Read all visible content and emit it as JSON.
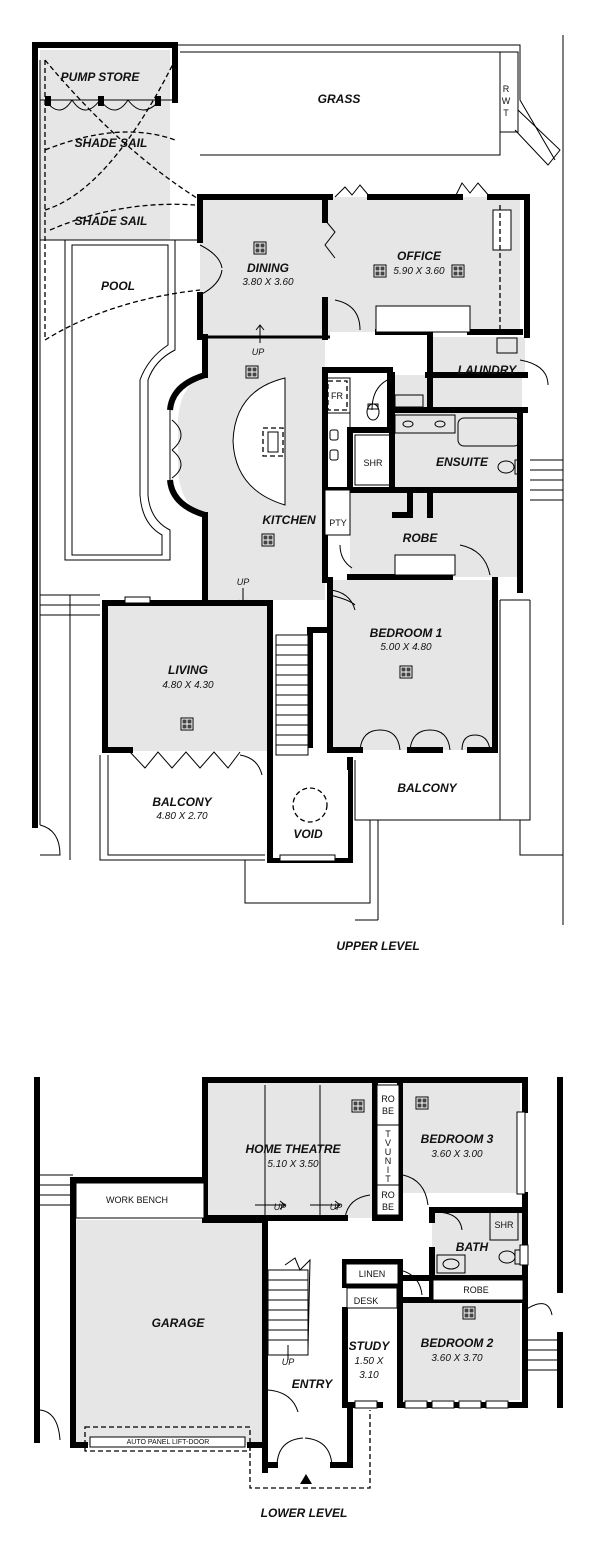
{
  "upper": {
    "title": "UPPER LEVEL",
    "rooms": {
      "pump_store": "PUMP STORE",
      "shade_sail_1": "SHADE SAIL",
      "shade_sail_2": "SHADE SAIL",
      "pool": "POOL",
      "grass": "GRASS",
      "rwt": [
        "R",
        "W",
        "T"
      ],
      "dining": "DINING",
      "dining_dim": "3.80 X 3.60",
      "office": "OFFICE",
      "office_dim": "5.90 X 3.60",
      "laundry": "LAUNDRY",
      "fr": "FR",
      "shr": "SHR",
      "ensuite": "ENSUITE",
      "kitchen": "KITCHEN",
      "pty": "PTY",
      "robe": "ROBE",
      "bedroom1": "BEDROOM 1",
      "bedroom1_dim": "5.00 X 4.80",
      "living": "LIVING",
      "living_dim": "4.80 X 4.30",
      "balcony_left": "BALCONY",
      "balcony_left_dim": "4.80 X 2.70",
      "balcony_right": "BALCONY",
      "void": "VOID",
      "up_1": "UP",
      "up_2": "UP"
    }
  },
  "lower": {
    "title": "LOWER LEVEL",
    "rooms": {
      "work_bench": "WORK BENCH",
      "home_theatre": "HOME THEATRE",
      "home_theatre_dim": "5.10 X 3.50",
      "robe_top": [
        "RO",
        "BE"
      ],
      "tv_unit": [
        "T",
        "V",
        "U",
        "N",
        "I",
        "T"
      ],
      "robe_mid": [
        "RO",
        "BE"
      ],
      "bedroom3": "BEDROOM 3",
      "bedroom3_dim": "3.60 X 3.00",
      "shr": "SHR",
      "bath": "BATH",
      "garage": "GARAGE",
      "linen": "LINEN",
      "robe2": "ROBE",
      "desk": "DESK",
      "study": "STUDY",
      "study_dim_1": "1.50 X",
      "study_dim_2": "3.10",
      "bedroom2": "BEDROOM 2",
      "bedroom2_dim": "3.60 X 3.70",
      "entry": "ENTRY",
      "auto_panel": "AUTO PANEL LIFT-DOOR",
      "up_1": "UP",
      "up_2": "UP",
      "up_3": "UP"
    }
  },
  "icons": [
    "light-fixture-icon",
    "door-swing-icon",
    "stair-icon",
    "sink-icon",
    "toilet-icon",
    "window-icon"
  ]
}
